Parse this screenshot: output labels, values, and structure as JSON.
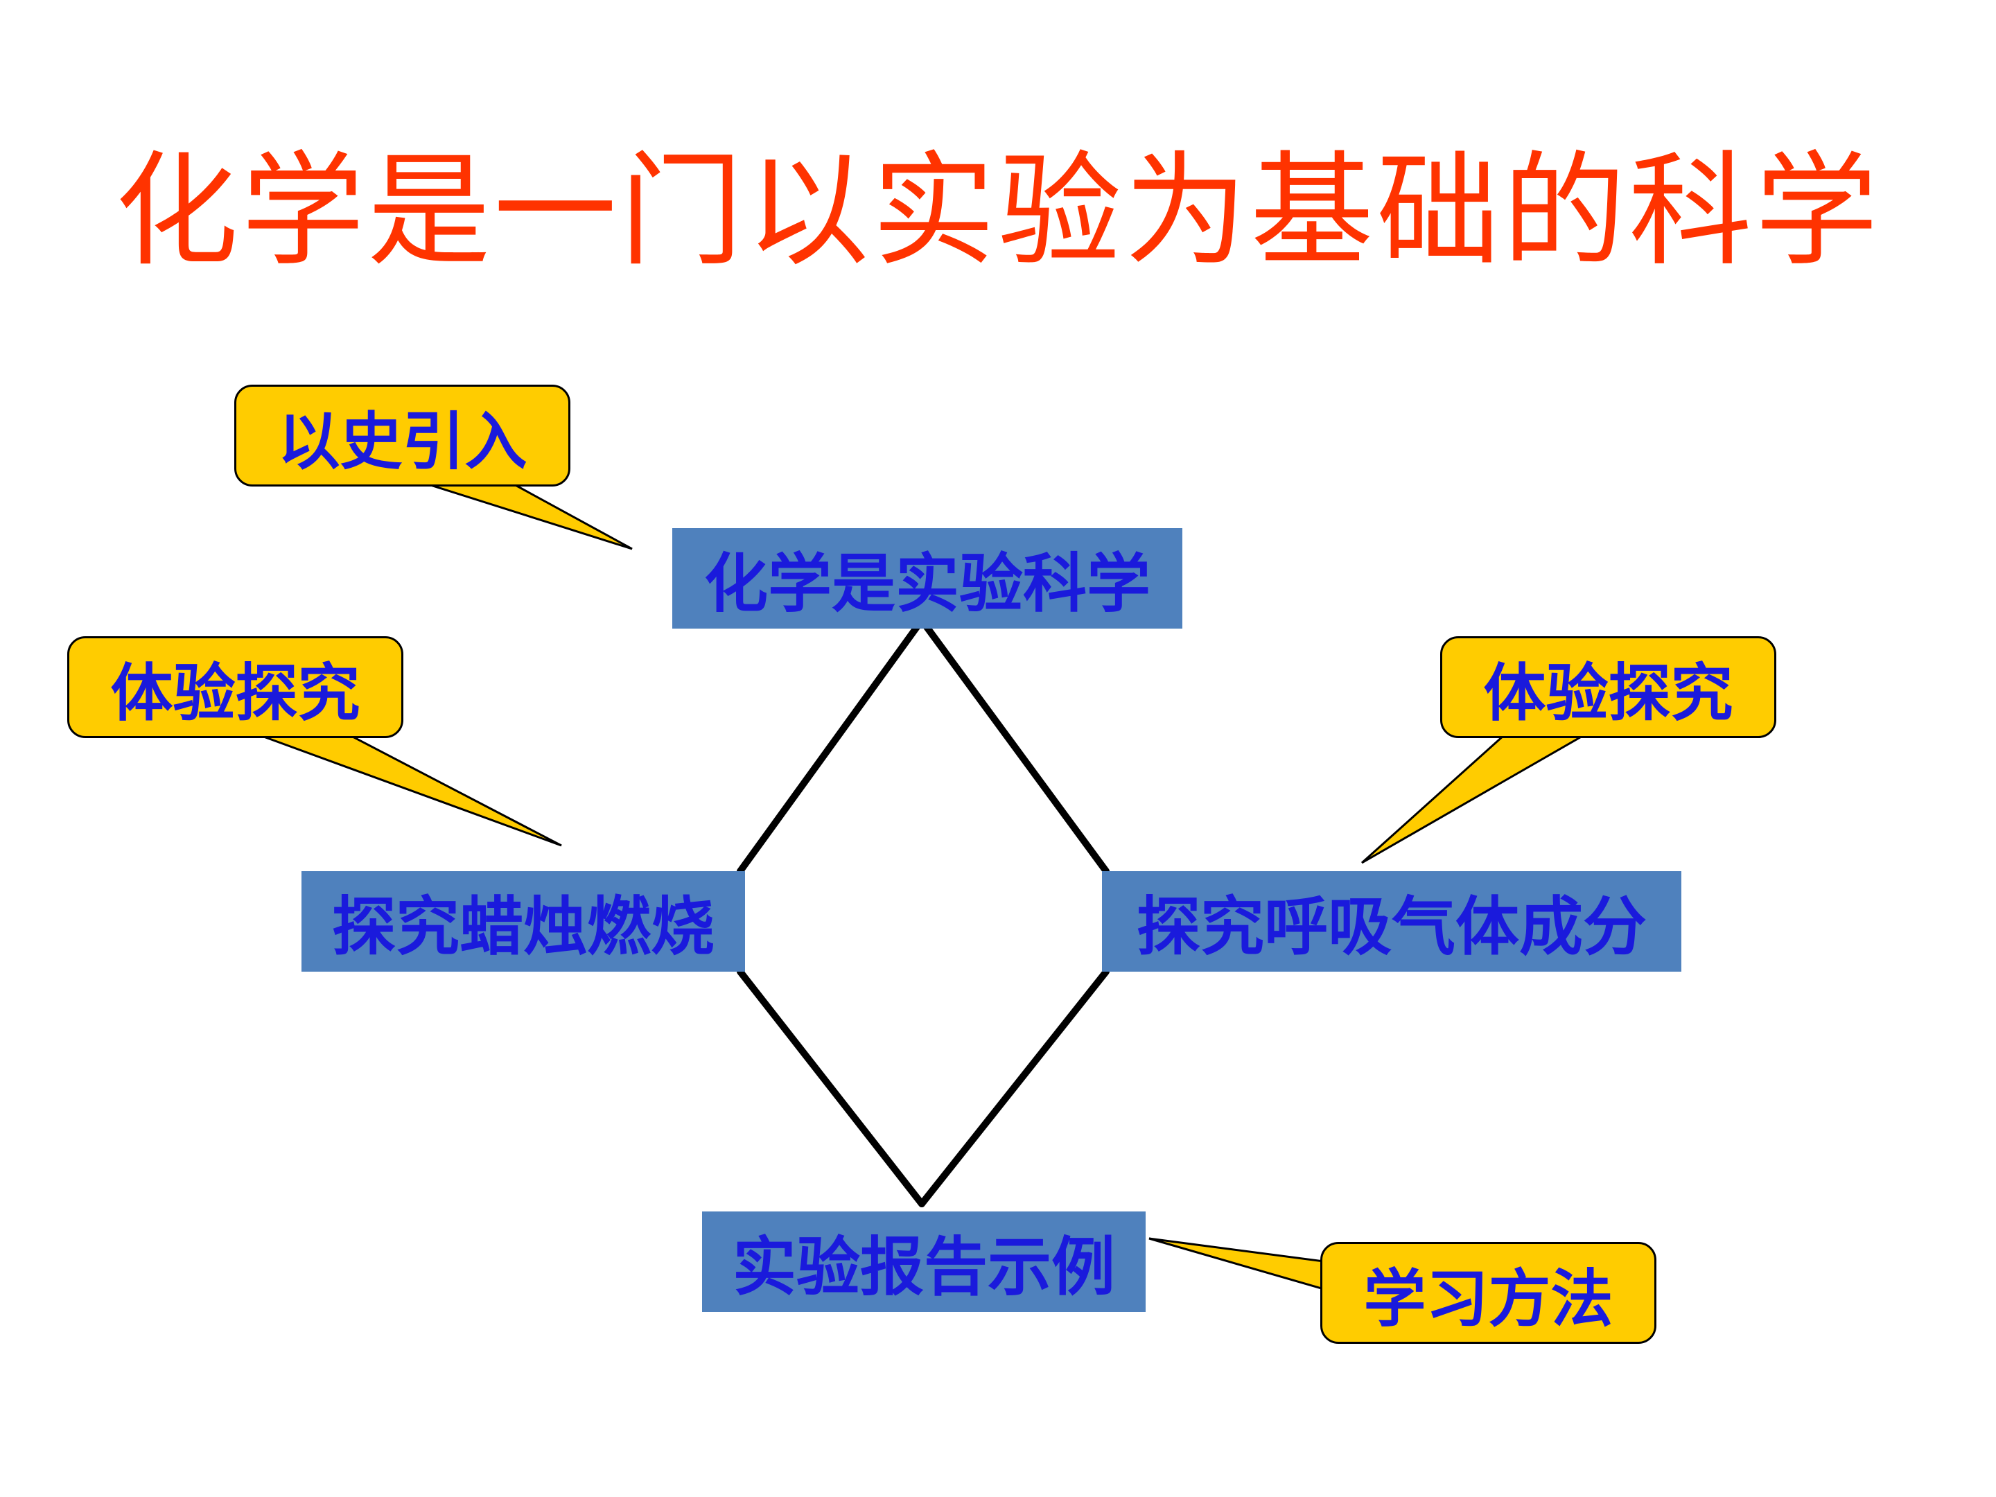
{
  "title": "化学是一门以实验为基础的科学",
  "nodes": {
    "top": "化学是实验科学",
    "left": "探究蜡烛燃烧",
    "right": "探究呼吸气体成分",
    "bottom": "实验报告示例"
  },
  "callouts": {
    "history": "以史引入",
    "experience_left": "体验探究",
    "experience_right": "体验探究",
    "method": "学习方法"
  },
  "colors": {
    "title": "#ff3300",
    "node_fill": "#4f81bd",
    "node_text": "#1a1adc",
    "callout_fill": "#ffcc00",
    "line": "#000000"
  }
}
